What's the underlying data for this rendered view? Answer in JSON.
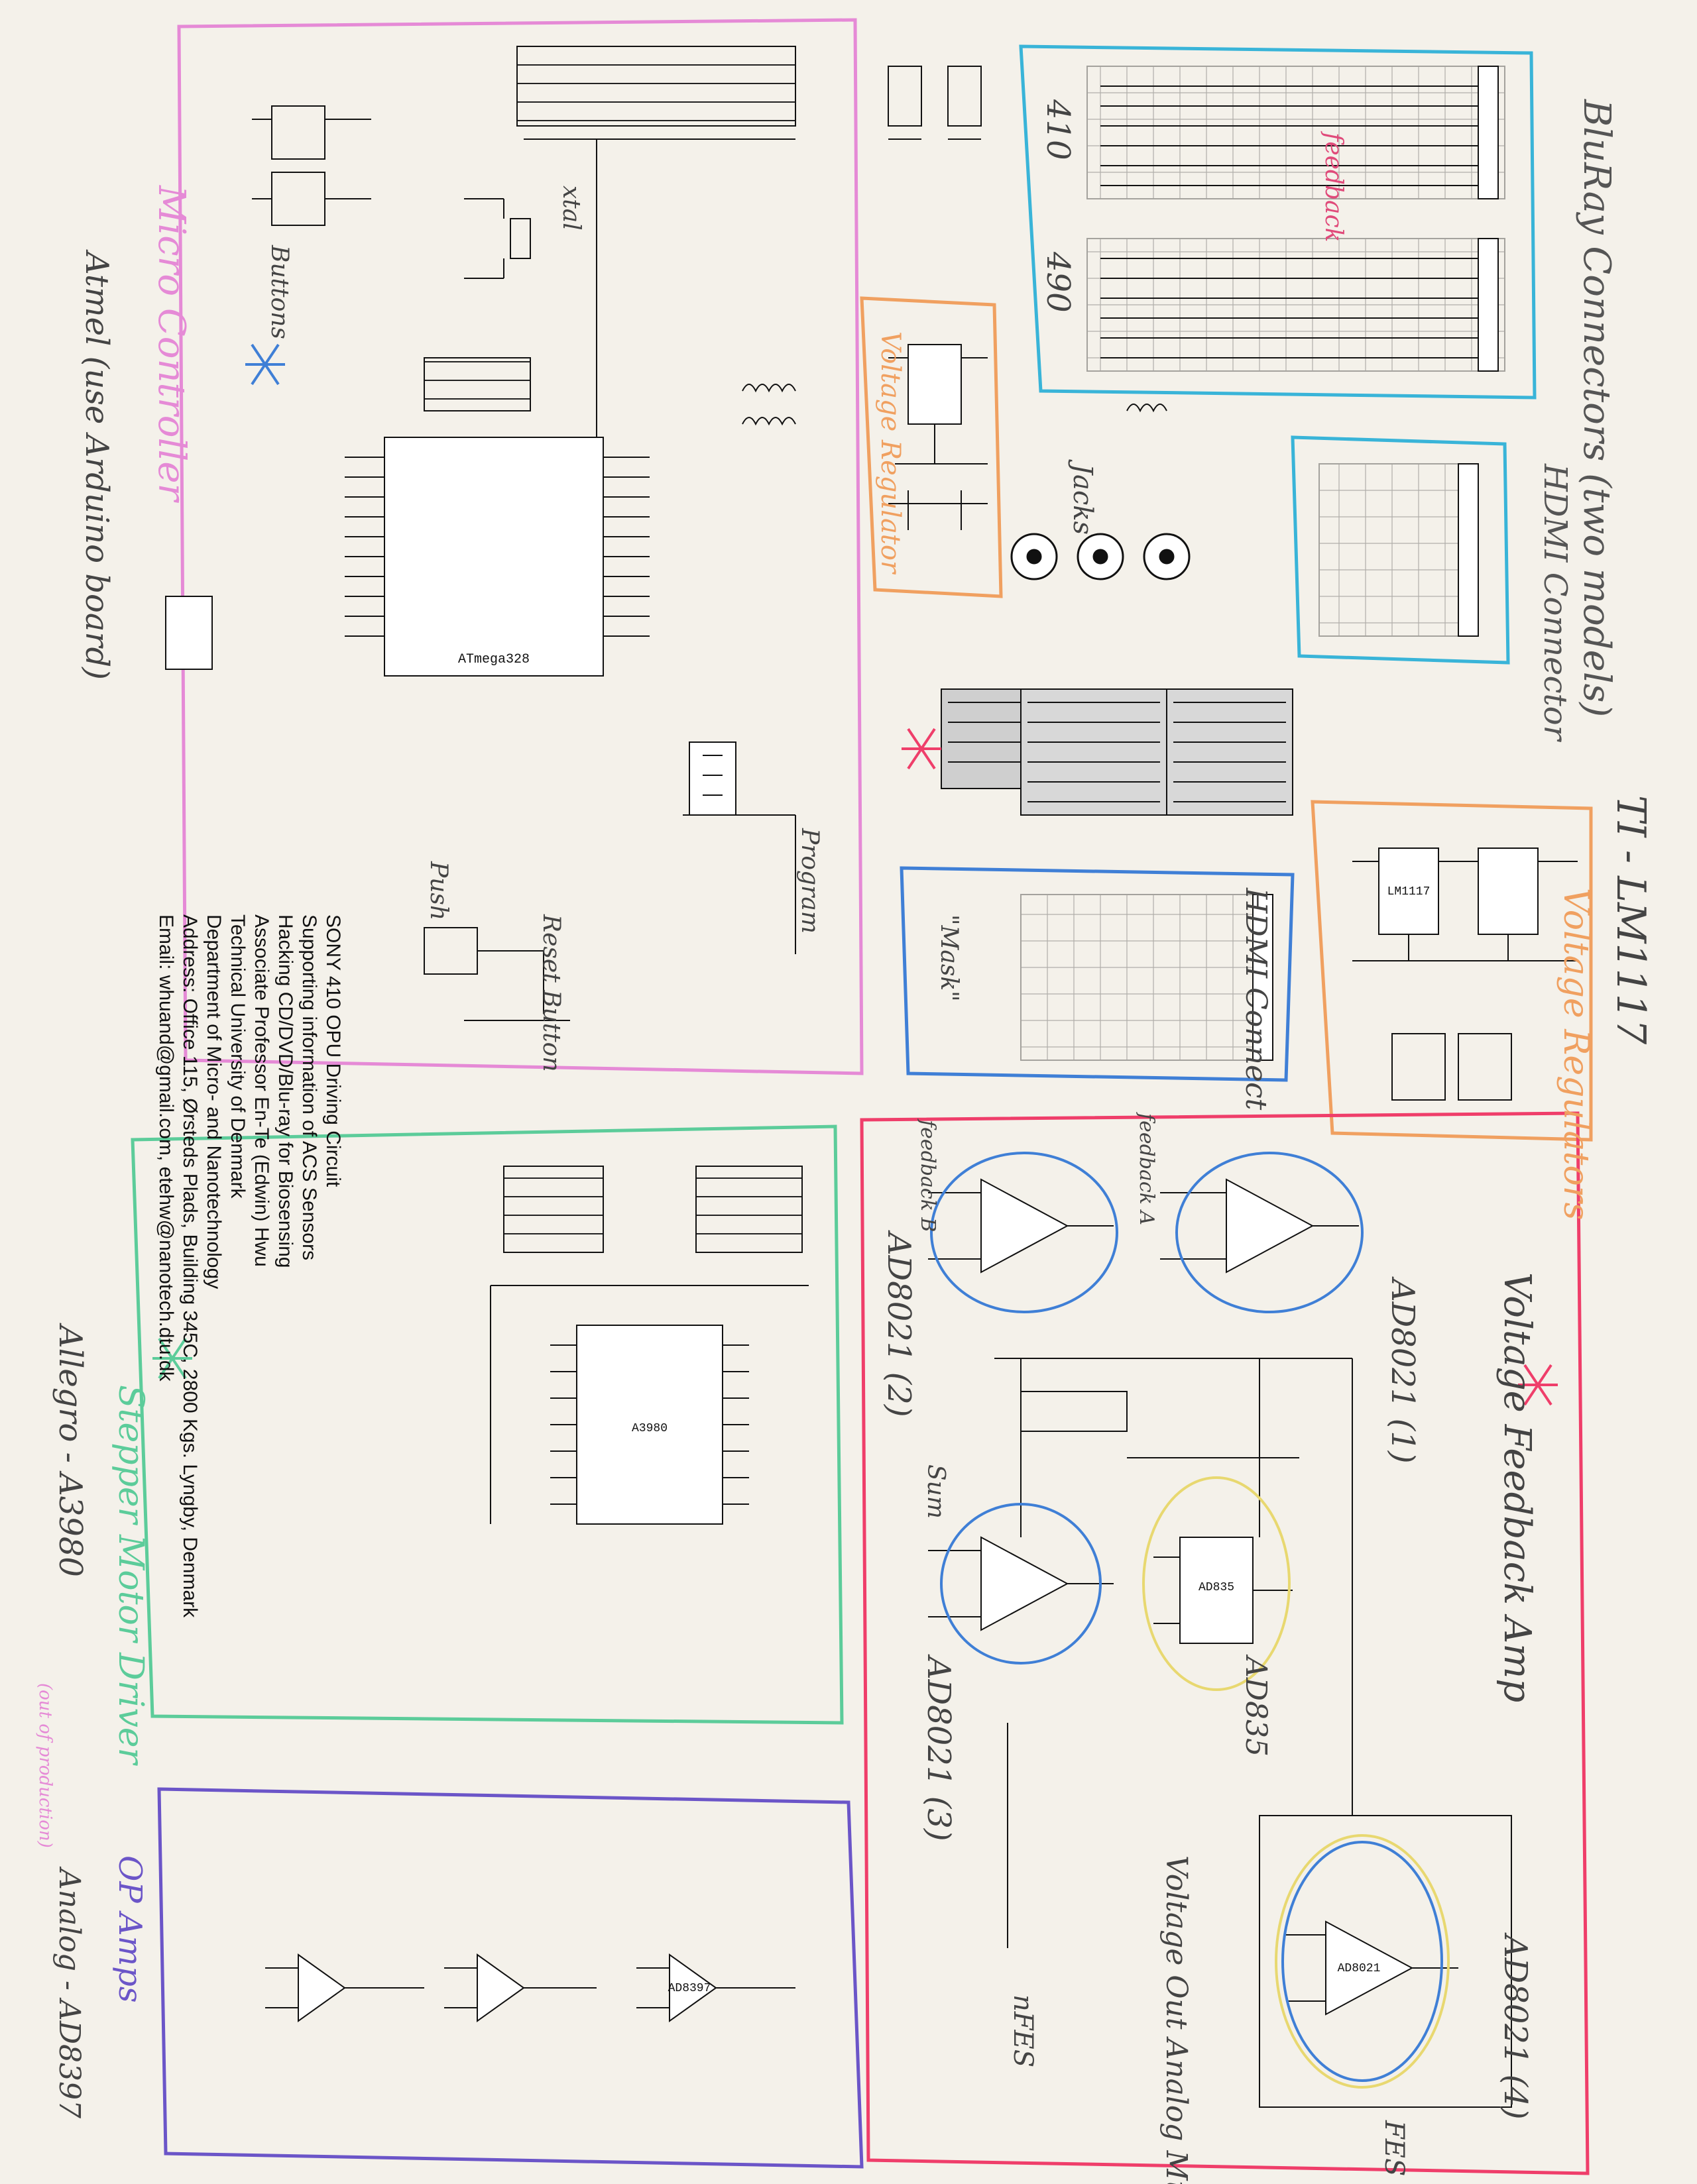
{
  "document": {
    "credits": {
      "title": "SONY 410 OPU Driving Circuit",
      "line1": "Supporting information of ACS Sensors",
      "line2": "Hacking CD/DVD/Blu-ray for Biosensing",
      "line3": "Associate Professor En-Te (Edwin) Hwu",
      "line4": "Technical University of Denmark",
      "line5": "Department of Micro- and Nanotechnology",
      "line6": "Address: Office 115, Ørsteds Plads, Building 345C, 2800 Kgs. Lyngby, Denmark",
      "line7": "Email: whuand@gmail.com, etehw@nanotech.dtu.dk"
    },
    "annotations": {
      "bluray": "BluRay Connectors (two models)",
      "m410": "410",
      "m490": "490",
      "feedback": "feedback",
      "hdmi1": "HDMI Connector",
      "hdmi2": "HDMI Connect",
      "mask": "\"Mask\"",
      "vreg_left": "Voltage Regulator",
      "jacks": "Jacks",
      "ti": "TI - LM1117",
      "vreg_right": "Voltage Regulators",
      "micro": "Micro Controller",
      "atmel": "Atmel (use Arduino board)",
      "xtal": "xtal",
      "buttons": "Buttons",
      "program": "Program",
      "push": "Push",
      "reset": "Reset Button",
      "vfa": "Voltage Feedback Amp",
      "ad1": "AD8021 (1)",
      "ad2": "AD8021 (2)",
      "ad3": "AD8021 (3)",
      "ad4": "AD8021 (4)",
      "fba": "feedback A",
      "fbb": "feedback B",
      "sum": "Sum",
      "ad835": "AD835",
      "vom": "Voltage Out Analog Multiple",
      "nfes": "nFES",
      "fes": "FES",
      "stepper": "Stepper Motor Driver",
      "allegro": "Allegro - A3980",
      "obsolete": "(out of production)",
      "opamps": "OP Amps",
      "analog": "Analog - AD8397"
    },
    "parts": {
      "u_mcu": "ATmega328",
      "u_driver": "A3980",
      "u_mult": "AD835",
      "u_amp": "AD8021",
      "u_op": "AD8397",
      "u_reg": "LM1117"
    }
  }
}
